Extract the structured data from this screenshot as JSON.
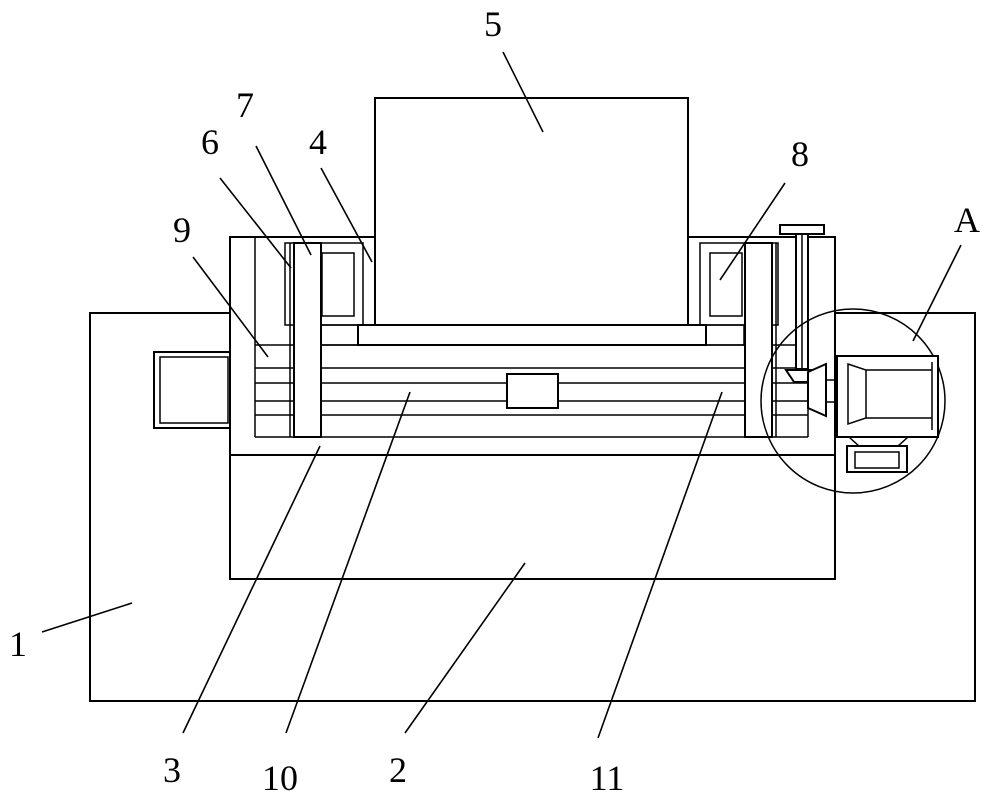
{
  "labels": {
    "base": "1",
    "lower_box": "2",
    "frame": "3",
    "slot": "4",
    "top_block": "5",
    "left_guide": "6",
    "left_rod": "7",
    "right_guide": "8",
    "side_plate": "9",
    "screw_shaft": "10",
    "right_rail": "11",
    "detail": "A"
  },
  "colors": {
    "line": "#000000",
    "background": "#ffffff"
  }
}
